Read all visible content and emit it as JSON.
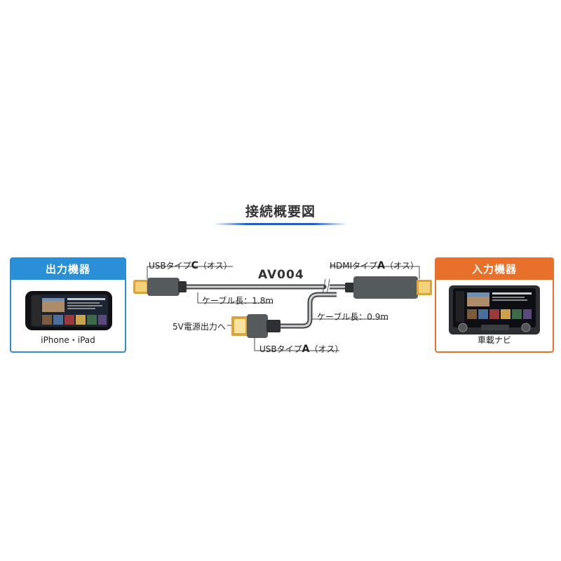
{
  "title": "接続概要図",
  "output_device": {
    "header": "出力機器",
    "caption": "iPhone・iPad"
  },
  "input_device": {
    "header": "入力機器",
    "caption": "車載ナビ"
  },
  "model": "AV004",
  "usb_c_label": {
    "prefix": "USBタイプ",
    "type": "C",
    "suffix": "（オス）"
  },
  "hdmi_label": {
    "prefix": "HDMIタイプ",
    "type": "A",
    "suffix": "（オス）"
  },
  "usb_a_label": {
    "prefix": "USBタイプ",
    "type": "A",
    "suffix": "（オス）"
  },
  "cable_length_main": "ケーブル長：1.8m",
  "cable_length_power": "ケーブル長：0.9m",
  "power_label": "5V電源出力へ",
  "colors": {
    "output_accent": "#2a8fd6",
    "input_accent": "#e8702a",
    "title_underline": "#1f5fc4",
    "connector_gold": "#d9a53a",
    "connector_housing": "#555a5c"
  }
}
